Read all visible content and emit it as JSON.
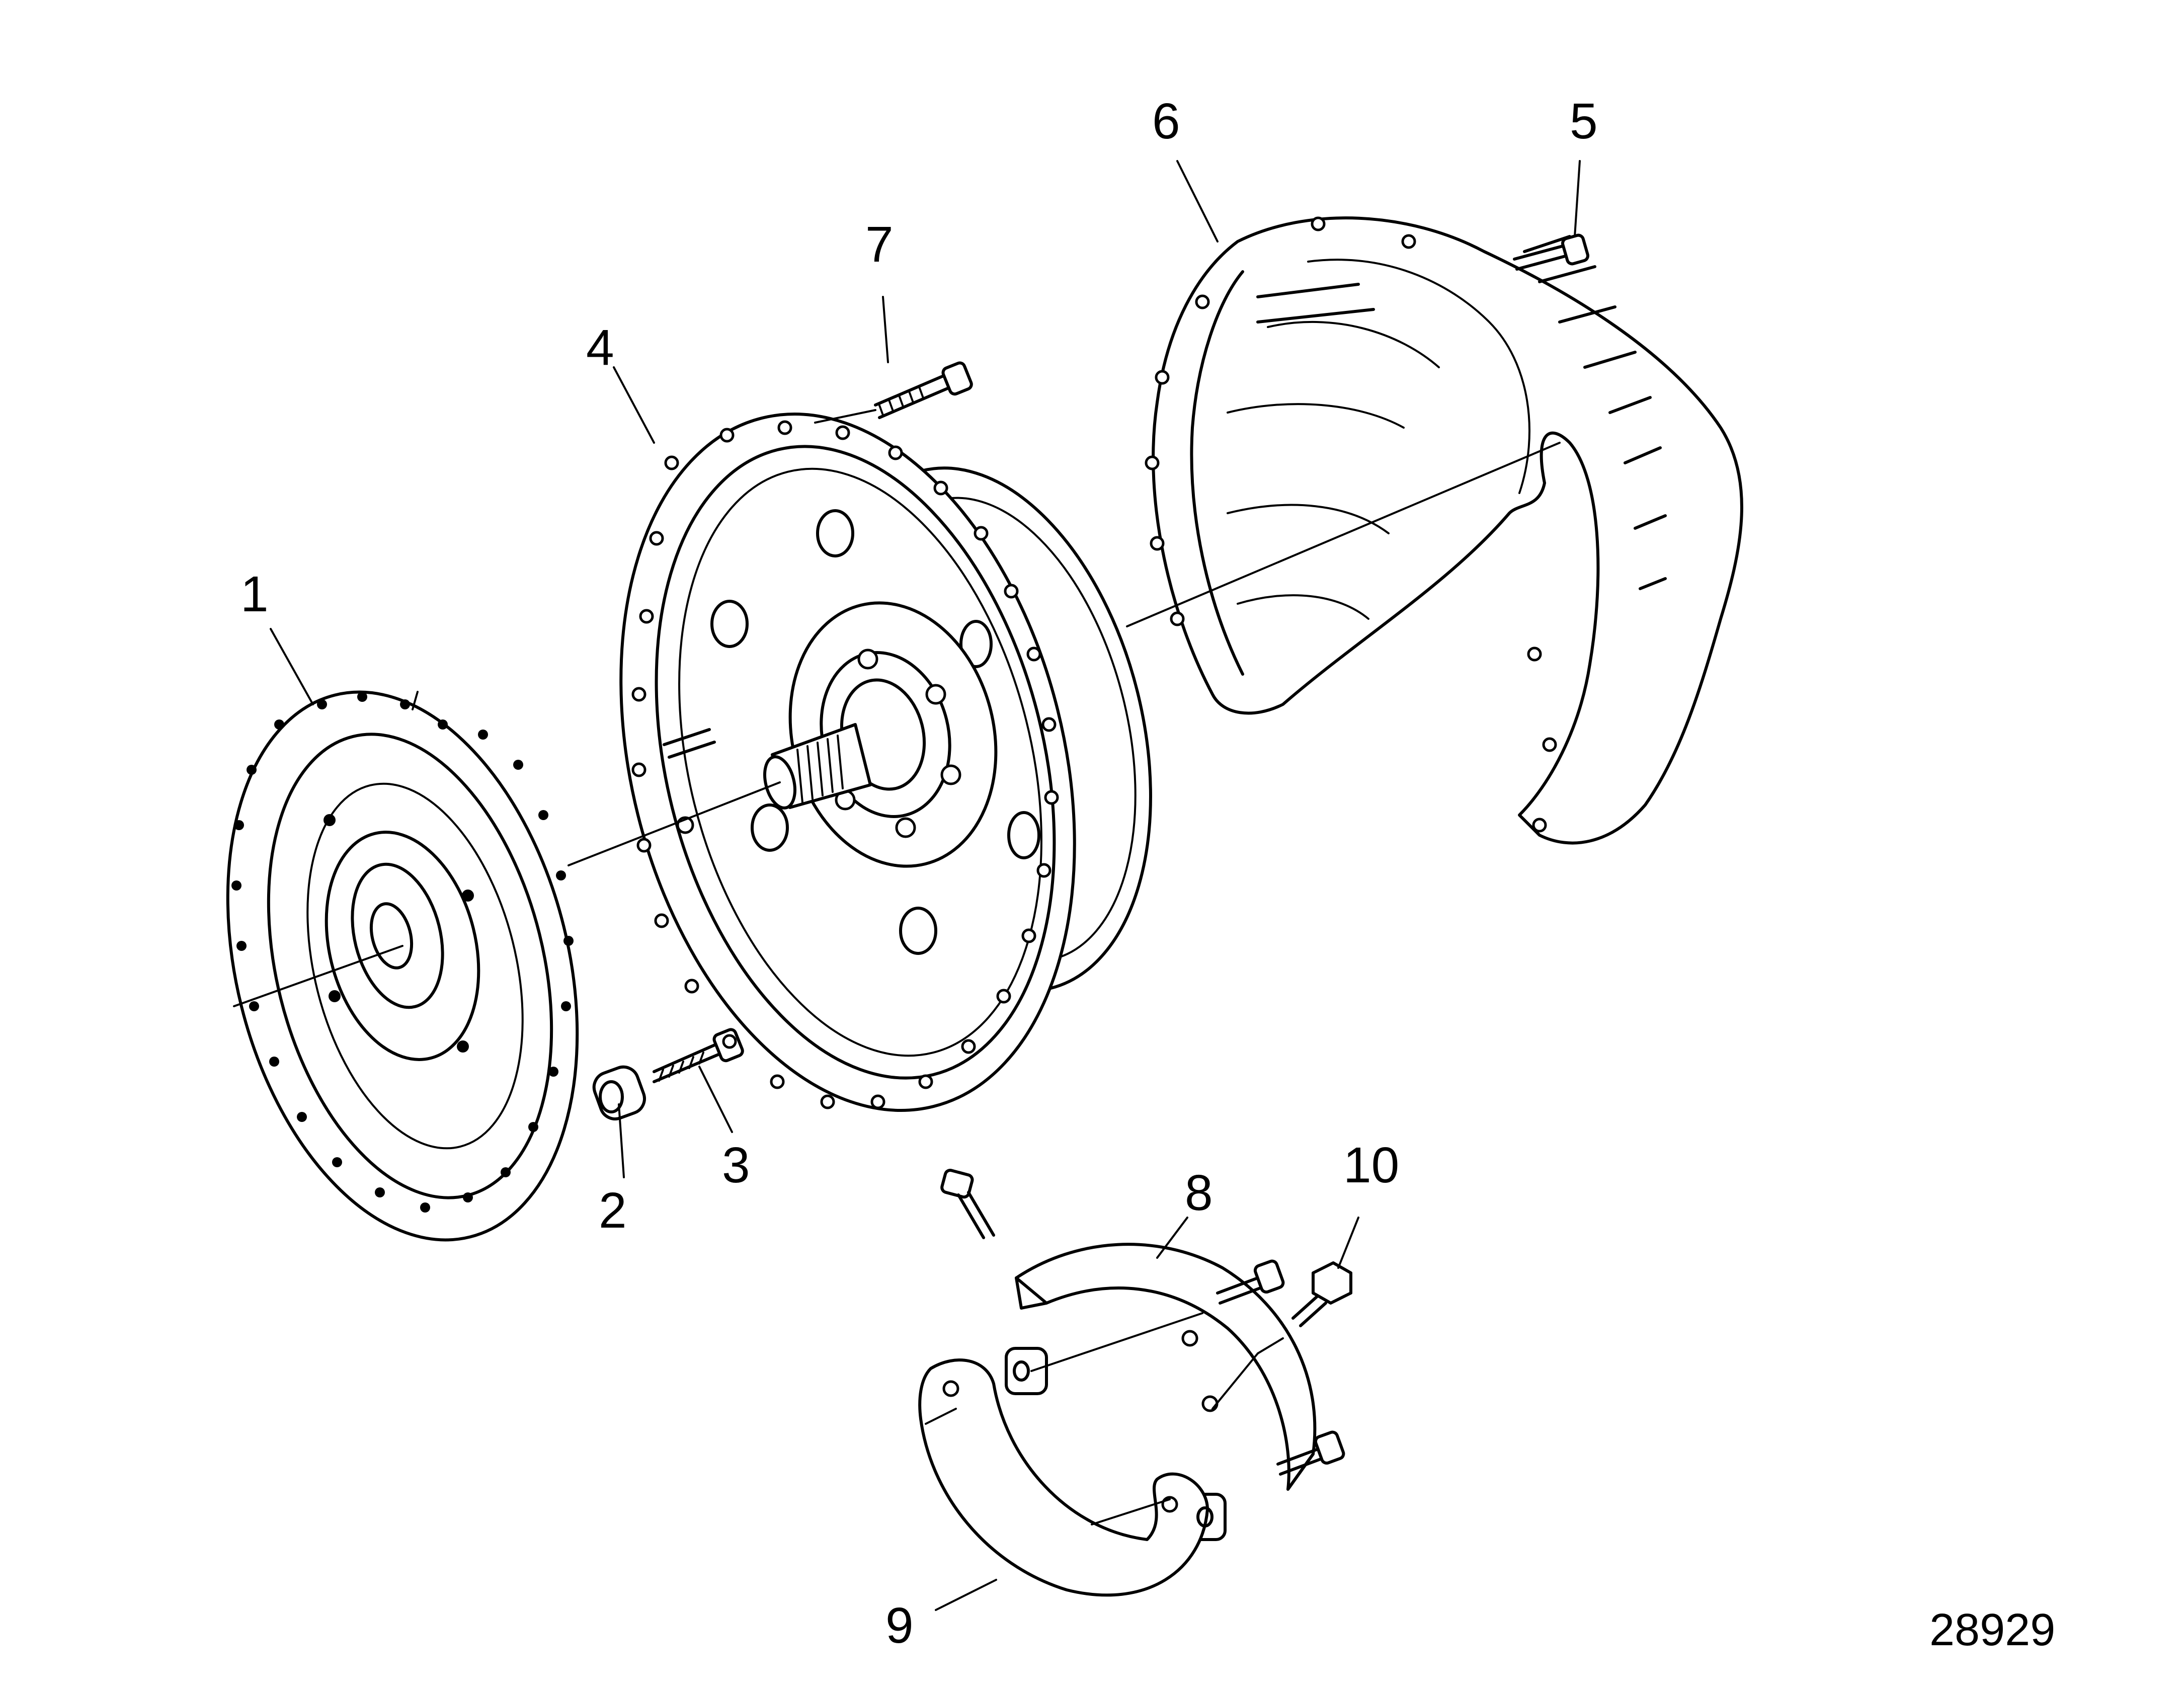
{
  "callouts": [
    "1",
    "2",
    "3",
    "4",
    "5",
    "6",
    "7",
    "8",
    "9",
    "10"
  ],
  "drawing_number": "28929"
}
